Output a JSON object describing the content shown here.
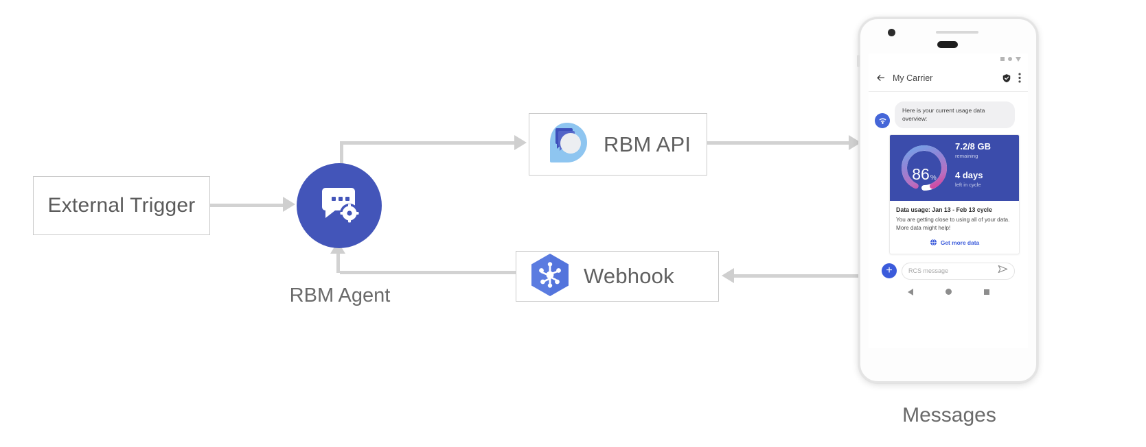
{
  "diagram": {
    "external_trigger": {
      "label": "External Trigger"
    },
    "agent": {
      "label": "RBM Agent",
      "icon": "chat-gear-icon",
      "color": "#4355b9"
    },
    "rbm_api": {
      "label": "RBM API",
      "icon": "rbm-api-icon"
    },
    "webhook": {
      "label": "Webhook",
      "icon": "webhook-hexagon-icon"
    },
    "phone_label": "Messages",
    "connector_color": "#d2d2d2"
  },
  "phone": {
    "statusbar": {
      "icons": [
        "signal-square-icon",
        "wifi-dot-icon",
        "battery-triangle-icon"
      ]
    },
    "appbar": {
      "back_icon": "back-arrow-icon",
      "title": "My Carrier",
      "verified_icon": "verified-shield-icon",
      "overflow_icon": "more-vert-icon"
    },
    "message": {
      "avatar_icon": "carrier-wifi-avatar-icon",
      "text": "Here is your current usage data overview:"
    },
    "card": {
      "gauge": {
        "percent": "86",
        "percent_symbol": "%",
        "value": 86
      },
      "data_amount": "7.2/8 GB",
      "data_amount_sub": "remaining",
      "days_left": "4 days",
      "days_left_sub": "left in cycle",
      "title": "Data usage: Jan 13 - Feb 13 cycle",
      "description": "You are getting close to using all of your data. More data might help!",
      "action_label": "Get more data",
      "action_icon": "globe-icon",
      "hero_color": "#3b4cab",
      "action_color": "#3b5bdb"
    },
    "composer": {
      "plus_icon": "plus-icon",
      "placeholder": "RCS message",
      "send_icon": "send-icon"
    },
    "navbar": {
      "icons": [
        "nav-back-icon",
        "nav-home-icon",
        "nav-recents-icon"
      ]
    }
  }
}
